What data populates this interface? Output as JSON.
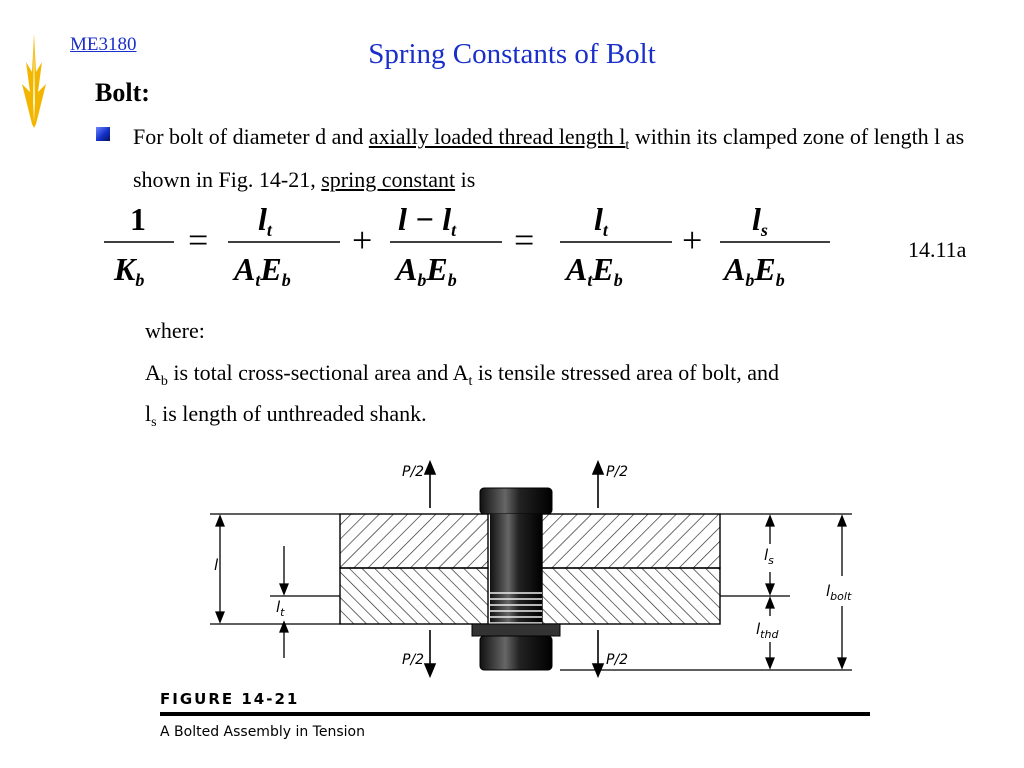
{
  "header": {
    "course": "ME3180",
    "title": "Spring Constants of Bolt"
  },
  "section_heading": "Bolt:",
  "bullet": {
    "text_1": "For bolt of diameter d and ",
    "link_1": "axially loaded thread length l",
    "link_1_sub": "t",
    "text_2": " within its clamped zone of length l as shown in Fig. 14-21, ",
    "link_2": "spring constant",
    "text_3": " is"
  },
  "equation": {
    "number": "14.11a",
    "term0_num": "1",
    "term0_den": "K",
    "term0_den_sub": "b",
    "term1_num": "l",
    "term1_num_sub": "t",
    "term1_den_a": "A",
    "term1_den_a_sub": "t",
    "term1_den_e": "E",
    "term1_den_e_sub": "b",
    "term2_num": "l − l",
    "term2_num_sub": "t",
    "term2_den_a": "A",
    "term2_den_a_sub": "b",
    "term2_den_e": "E",
    "term2_den_e_sub": "b",
    "term3_num": "l",
    "term3_num_sub": "t",
    "term3_den_a": "A",
    "term3_den_a_sub": "t",
    "term3_den_e": "E",
    "term3_den_e_sub": "b",
    "term4_num": "l",
    "term4_num_sub": "s",
    "term4_den_a": "A",
    "term4_den_a_sub": "b",
    "term4_den_e": "E",
    "term4_den_e_sub": "b",
    "equals": "=",
    "plus": "+"
  },
  "where": {
    "label": "where:",
    "def1_a": "A",
    "def1_a_sub": "b",
    "def1_mid": " is total cross-sectional area and A",
    "def1_mid_sub": "t",
    "def1_end": " is tensile stressed area of bolt, and",
    "def2_a": "l",
    "def2_a_sub": "s",
    "def2_end": " is length of unthreaded shank."
  },
  "figure": {
    "load_label": "P/2",
    "dim_l": "l",
    "dim_lt": "l",
    "dim_lt_sub": "t",
    "dim_ls": "l",
    "dim_ls_sub": "s",
    "dim_lthd": "l",
    "dim_lthd_sub": "thd",
    "dim_lbolt": "l",
    "dim_lbolt_sub": "bolt",
    "fig_number": "FIGURE 14-21",
    "caption": "A Bolted Assembly in Tension"
  },
  "colors": {
    "accent": "#1a2fc9",
    "logo": "#f2b600"
  }
}
